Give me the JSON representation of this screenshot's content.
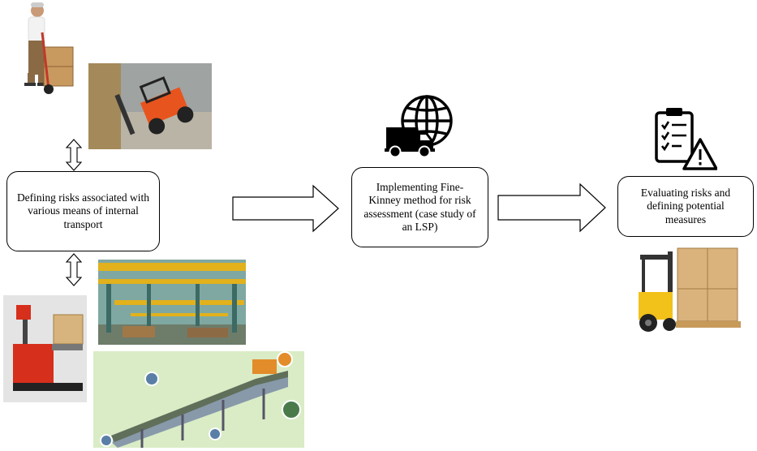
{
  "boxes": {
    "step1": "Defining risks associated with various means of internal transport",
    "step2": "Implementing Fine-Kinney method for risk assessment (case study of an LSP)",
    "step3": "Evaluating risks and defining potential measures"
  },
  "icons": {
    "step2": "truck-globe-icon",
    "step3": "clipboard-warning-icon"
  },
  "photos": [
    "hand-truck-worker",
    "tipping-forklift",
    "electric-pallet-truck",
    "overhead-crane-hall",
    "belt-conveyor-illustration",
    "forklift-with-boxes"
  ]
}
